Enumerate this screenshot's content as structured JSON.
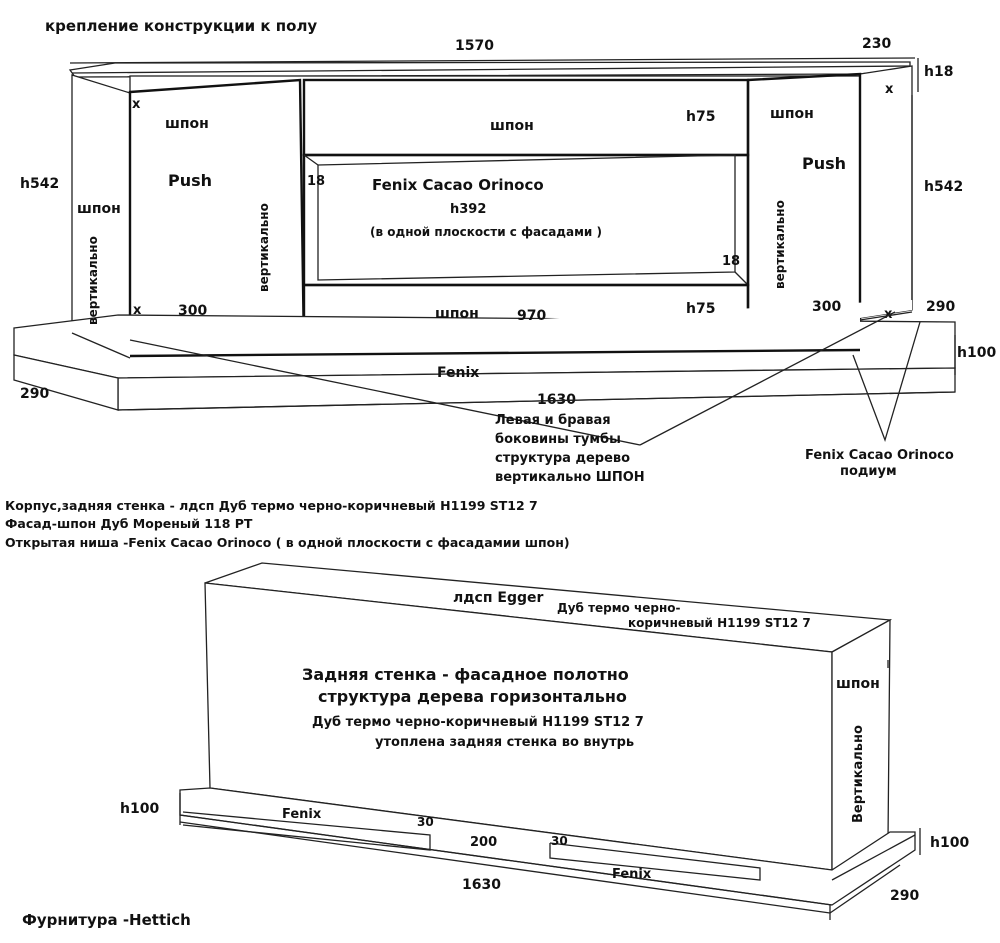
{
  "top": {
    "title": "крепление конструкции к полу",
    "dims": {
      "width_1570": "1570",
      "depth_230": "230",
      "h18": "h18",
      "h542_left": "h542",
      "h542_right": "h542",
      "w300_left": "300",
      "w300_right": "300",
      "w970": "970",
      "h75_top": "h75",
      "h75_bottom": "h75",
      "d290_right": "290",
      "h100": "h100",
      "w1630": "1630",
      "d290_left": "290",
      "t18_left": "18",
      "t18_right": "18",
      "x_mark": "x"
    },
    "labels": {
      "shpon_left": "шпон",
      "shpon_left_side": "шпон",
      "shpon_center_top": "шпон",
      "shpon_right": "шпон",
      "shpon_center_bottom": "шпон",
      "push_left": "Push",
      "push_right": "Push",
      "vert_left_side": "вертикально",
      "vert_left_door": "вертикально",
      "vert_right_door": "вертикально",
      "niche_title": "Fenix Cacao Orinoco",
      "niche_h": "h392",
      "niche_note": "(в одной плоскости с фасадами )",
      "podium": "Fenix",
      "callout_sides": [
        "Левая и бравая",
        "боковины  тумбы",
        "структура дерево",
        "вертикально ШПОН"
      ],
      "callout_podium": [
        "Fenix Cacao Orinoco",
        "подиум"
      ]
    }
  },
  "materials": [
    "Корпус,задняя стенка - лдсп Дуб термо черно-коричневый H1199 ST12 7",
    "Фасад-шпон Дуб  Мореный 118 PT",
    "Открытая  ниша -Fenix Cacao Orinoco ( в  одной   плоскости с фасадамии шпон)"
  ],
  "bottom": {
    "top_label": "лдсп Egger",
    "top_material": [
      "Дуб термо черно-",
      "коричневый H1199 ST12 7"
    ],
    "back_title": [
      "Задняя стенка - фасадное полотно",
      "структура  дерева  горизонтально"
    ],
    "back_material": [
      "Дуб термо черно-коричневый H1199 ST12 7",
      "утоплена задняя стенка во внутрь"
    ],
    "side_shpon": "шпон",
    "side_vert": "Вертикально",
    "dims": {
      "h100_left": "h100",
      "h100_right": "h100",
      "w30_left": "30",
      "w30_right": "30",
      "w200": "200",
      "w1630": "1630",
      "d290": "290"
    },
    "fenix_left": "Fenix",
    "fenix_right": "Fenix"
  },
  "hardware": "Фурнитура -Hettich"
}
